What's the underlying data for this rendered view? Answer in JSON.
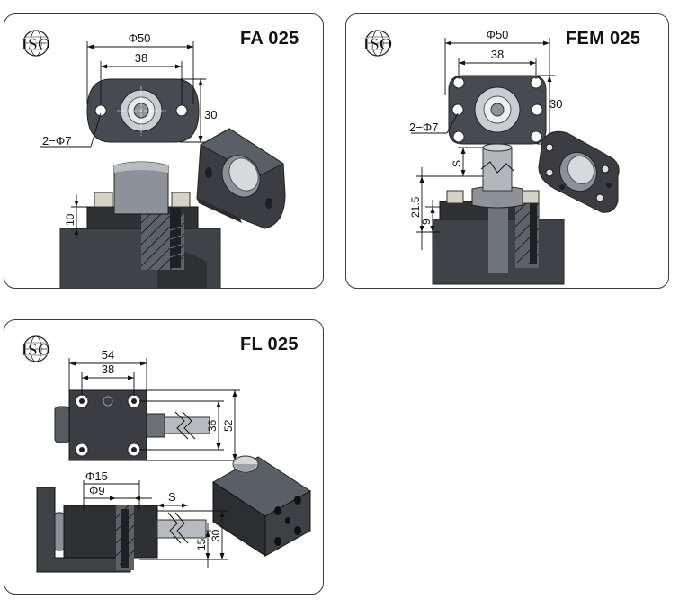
{
  "panels": {
    "fa": {
      "title": "FA 025",
      "iso": "ISO",
      "dims": {
        "outer": "Φ50",
        "inner": "38",
        "height": "30",
        "holes": "2−Φ7",
        "thickness": "10"
      }
    },
    "fem": {
      "title": "FEM 025",
      "iso": "ISO",
      "dims": {
        "outer": "Φ50",
        "inner": "38",
        "height": "30",
        "holes": "2−Φ7",
        "s": "S",
        "h1": "21.5",
        "h2": "9"
      }
    },
    "fl": {
      "title": "FL 025",
      "iso": "ISO",
      "dims": {
        "outer": "54",
        "inner": "38",
        "h_inner": "36",
        "h_outer": "52",
        "bore1": "Φ15",
        "bore2": "Φ9",
        "s": "S",
        "side_h": "30",
        "side_h2": "15"
      }
    }
  },
  "colors": {
    "dark": "#3b3d42",
    "mid": "#6b6f76",
    "light": "#c9ccd1",
    "frame": "#3a3a3a"
  }
}
